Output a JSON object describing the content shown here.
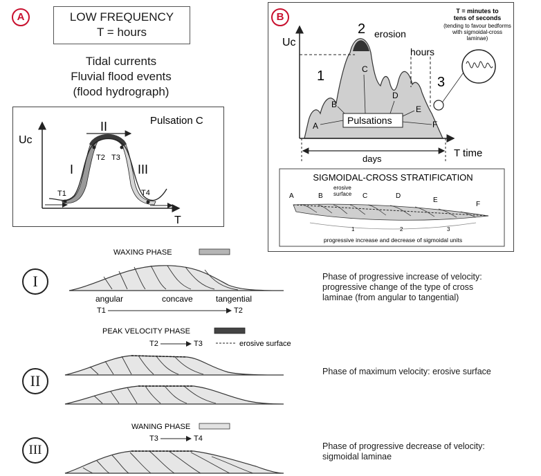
{
  "badges": {
    "a": "A",
    "b": "B"
  },
  "low_frequency": {
    "title": "LOW FREQUENCY",
    "period": "T  =  hours"
  },
  "events": [
    "Tidal currents",
    "Fluvial flood events",
    "(flood hydrograph)"
  ],
  "pulsation_c": {
    "title": "Pulsation C",
    "y_axis": "Uc",
    "x_axis": "T",
    "phases": [
      "I",
      "II",
      "III"
    ],
    "times": [
      "T1",
      "T2",
      "T3",
      "T4"
    ]
  },
  "panel_b": {
    "y_axis": "Uc",
    "numbers": [
      "1",
      "2",
      "3"
    ],
    "erosion": "erosion",
    "hours": "hours",
    "peak_letters": [
      "A",
      "B",
      "C",
      "D",
      "E",
      "F"
    ],
    "pulsations": "Pulsations",
    "days": "days",
    "time_axis": "T time",
    "inset_lines": [
      "T = minutes to",
      "tens of seconds",
      "(tending to favour bedforms",
      "with sigmoidal-cross",
      "laminae)"
    ],
    "strat_title": "SIGMOIDAL-CROSS STRATIFICATION",
    "strat_letters": [
      "A",
      "B",
      "C",
      "D",
      "E",
      "F"
    ],
    "erosive_surface": [
      "erosive",
      "surface"
    ],
    "strat_numbers": [
      "1",
      "2",
      "3"
    ],
    "strat_caption": "progressive increase and decrease of sigmoidal units"
  },
  "phases": {
    "i": {
      "numeral": "I",
      "label": "WAXING PHASE",
      "swatch_color": "#b5b5b5",
      "lamina_types": [
        "angular",
        "concave",
        "tangential"
      ],
      "times": [
        "T1",
        "T2"
      ],
      "description": [
        "Phase of progressive increase of velocity:",
        "progressive change of the type of cross",
        "laminae (from angular to tangential)"
      ]
    },
    "ii": {
      "numeral": "II",
      "label": "PEAK VELOCITY PHASE",
      "swatch_color": "#444444",
      "times": [
        "T2",
        "T3"
      ],
      "erosive_surface": "erosive surface",
      "description": [
        "Phase of maximum velocity: erosive surface"
      ]
    },
    "iii": {
      "numeral": "III",
      "label": "WANING PHASE",
      "swatch_color": "#e2e2e2",
      "times": [
        "T3",
        "T4"
      ],
      "description": [
        "Phase of progressive decrease of velocity:",
        "sigmoidal laminae"
      ]
    }
  }
}
